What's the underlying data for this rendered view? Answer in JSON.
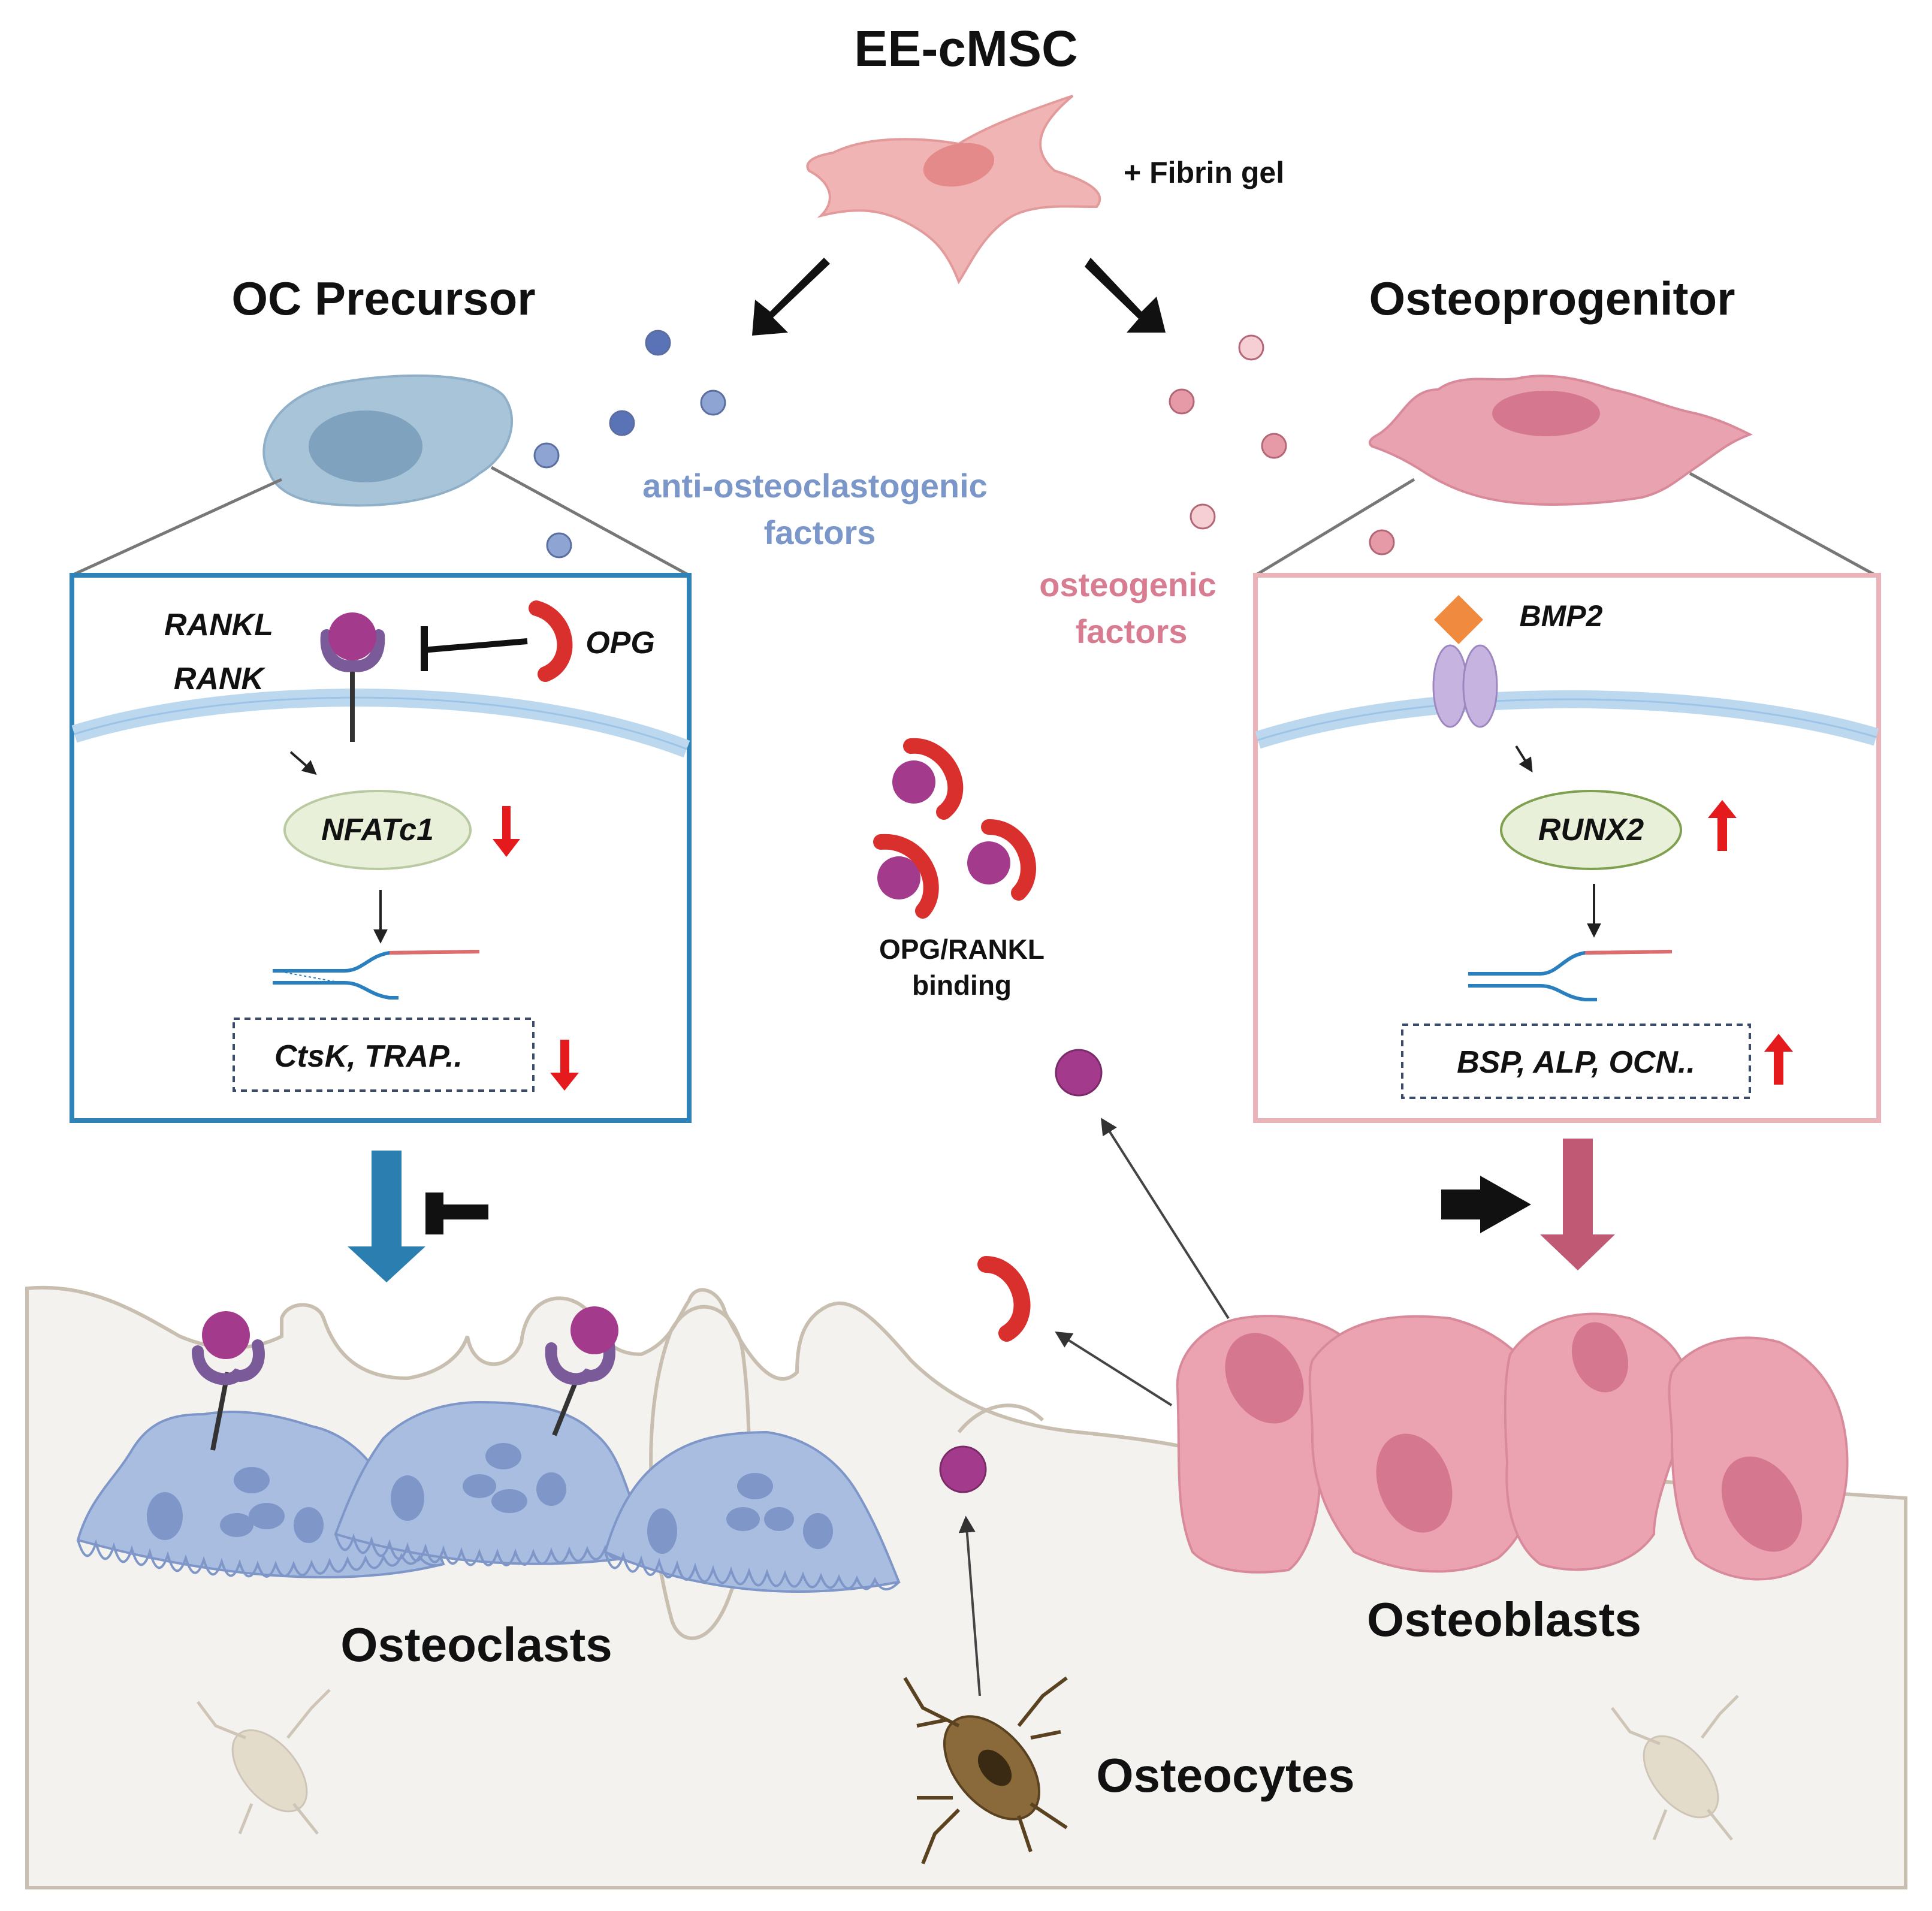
{
  "title": "EE-cMSC",
  "fibrin_label": "+ Fibrin gel",
  "left": {
    "heading": "OC Precursor",
    "factors_line1": "anti-osteoclastogenic",
    "factors_line2": "factors",
    "receptor_ligand": "RANKL",
    "receptor": "RANK",
    "inhibitor": "OPG",
    "transcription_factor": "NFATc1",
    "genes": "CtsK, TRAP..",
    "result": "Osteoclasts"
  },
  "right": {
    "heading": "Osteoprogenitor",
    "factors_line1": "osteogenic",
    "factors_line2": "factors",
    "ligand": "BMP2",
    "transcription_factor": "RUNX2",
    "genes": "BSP, ALP, OCN..",
    "result": "Osteoblasts"
  },
  "center": {
    "binding_line1": "OPG/RANKL",
    "binding_line2": "binding",
    "osteocytes": "Osteocytes"
  },
  "colors": {
    "left_box": "#2e82b8",
    "right_box": "#e9b3b8",
    "anti_factor_text": "#7b96c9",
    "osteo_factor_text": "#d87c91",
    "down_arrow": "#e41a1c",
    "rankl_ball": "#a43a8c",
    "opg": "#d9302e",
    "bone": "#f3f2ef"
  }
}
